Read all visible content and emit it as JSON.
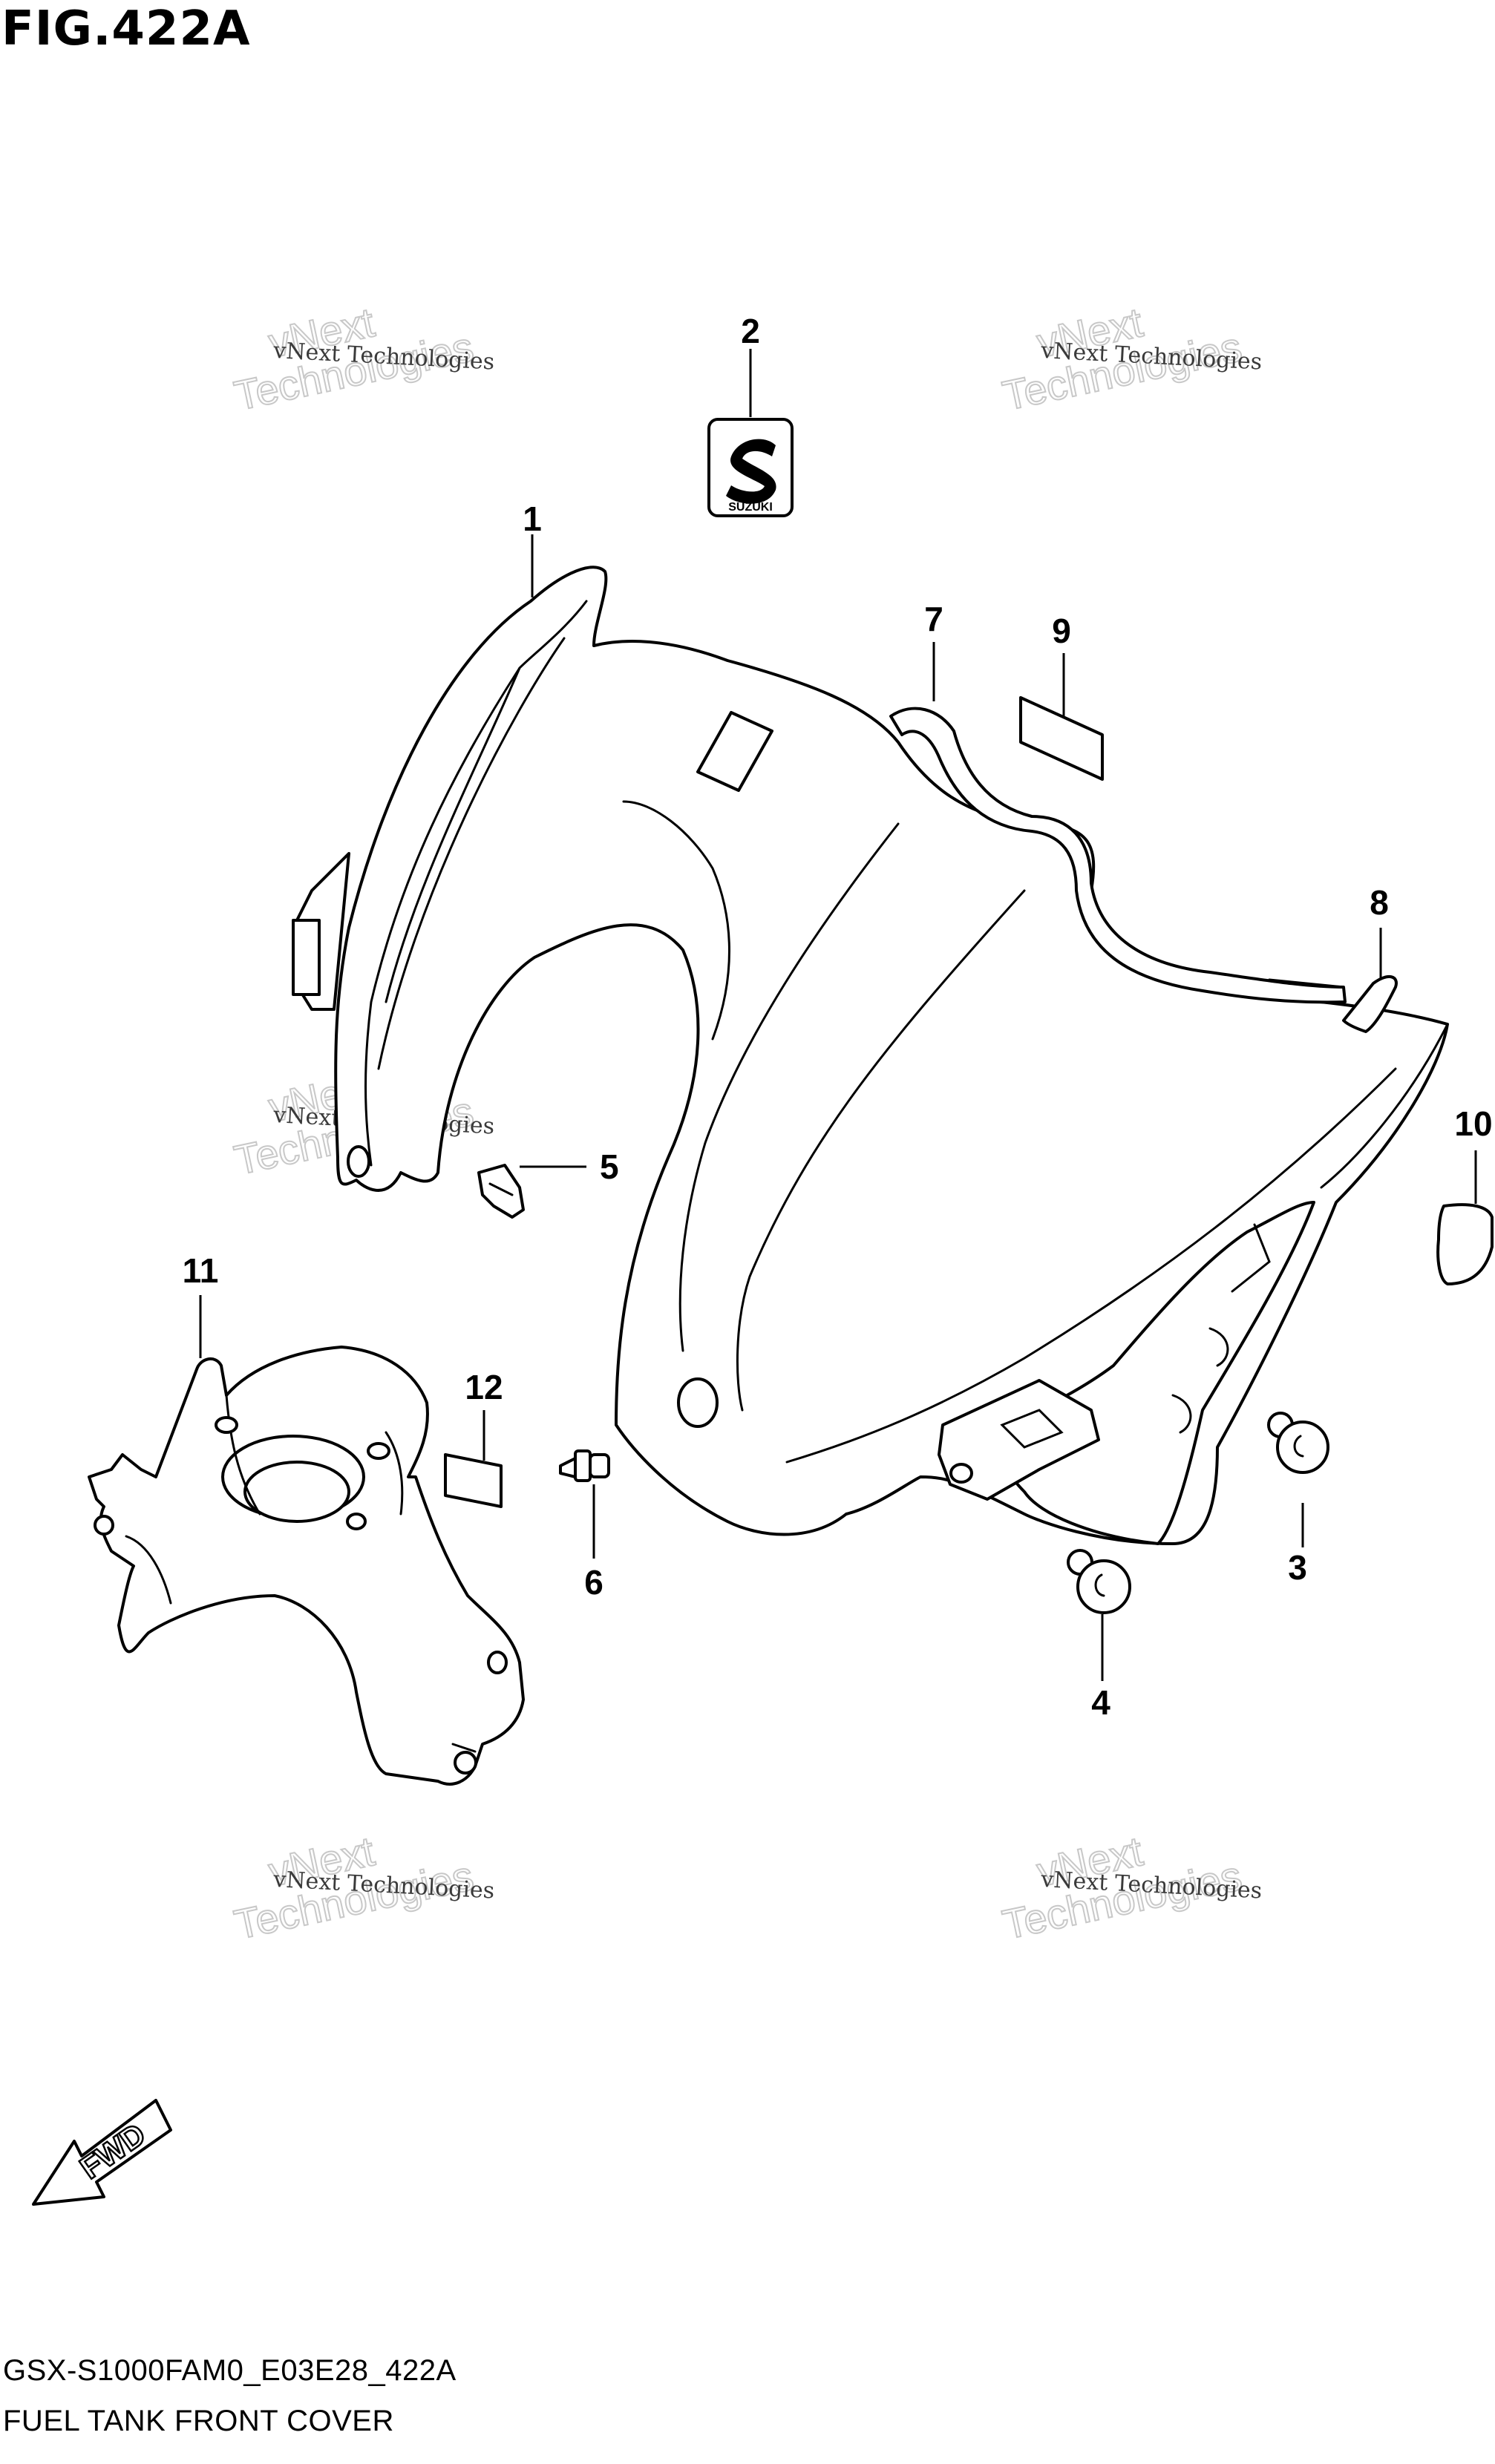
{
  "figure": {
    "title": "FIG.422A",
    "model_code": "GSX-S1000FAM0_E03E28_422A",
    "caption": "FUEL TANK FRONT COVER"
  },
  "callouts": [
    "1",
    "2",
    "3",
    "4",
    "5",
    "6",
    "7",
    "8",
    "9",
    "10",
    "11",
    "12"
  ],
  "emblem_text": "SUZUKI",
  "fwd_label": "FWD",
  "watermark": {
    "small": "vNext Technologies",
    "big_top": "vNext",
    "big_bottom": "Technologies"
  }
}
